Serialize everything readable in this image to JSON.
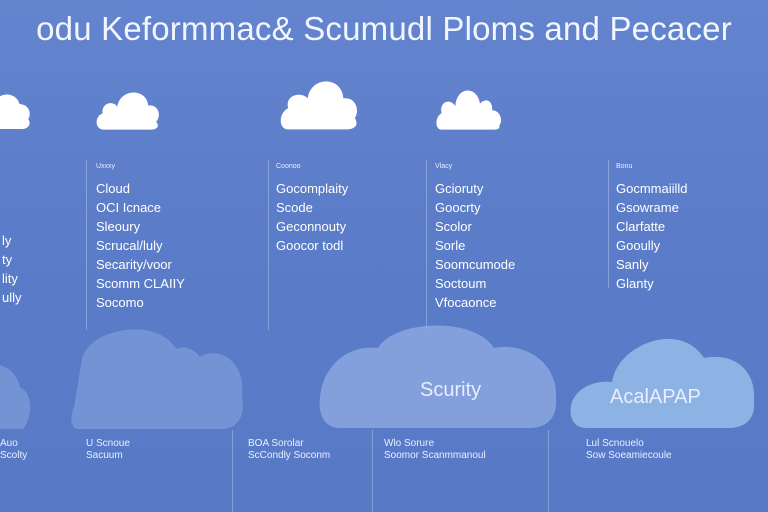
{
  "title": "odu Keformmac& Scumudl Ploms and Pecacer",
  "colors": {
    "background": "#5b7cc8",
    "cloud_solid": "#ffffff",
    "cloud_translucent": "#7d9bd8",
    "cloud_light_blue": "#8fb6e6"
  },
  "columns": [
    {
      "header": "",
      "items": [
        "ly",
        "ty",
        "lity",
        "",
        "ully"
      ]
    },
    {
      "header": "Uxxxy",
      "items": [
        "Cloud",
        "OCI Icnace",
        "Sleoury",
        "Scrucal/luly",
        "Secarity/voor",
        "Scomm CLAIIY",
        "Socomo"
      ]
    },
    {
      "header": "Coonoo",
      "items": [
        "Gocomplaity",
        "Scode",
        "Geconnouty",
        "Goocor todl"
      ]
    },
    {
      "header": "Vlacy",
      "items": [
        "Gcioruty",
        "Goocrty",
        "Scolor",
        "Sorle",
        "Soomcumode",
        "Soctoum",
        "Vfocaonce"
      ]
    },
    {
      "header": "Bonu",
      "items": [
        "Gocmmaiilld",
        "Gsowrame",
        "Clarfatte",
        "Gooully",
        "Sanly",
        "Glanty"
      ]
    }
  ],
  "labels": {
    "security": "Scurity",
    "acelap": "AcalAPAP"
  },
  "bottom": [
    {
      "line1": "Auo",
      "line2": "Scolty"
    },
    {
      "line1": "U Scnoue",
      "line2": "Sacuum"
    },
    {
      "line1": "BOA Sorolar",
      "line2": "ScCondly Soconm"
    },
    {
      "line1": "Wlo Sorure",
      "line2": "Soomor Scanmmanoul"
    },
    {
      "line1": "Lul Scnouelo",
      "line2": "Sow Soeamiecoule"
    }
  ]
}
